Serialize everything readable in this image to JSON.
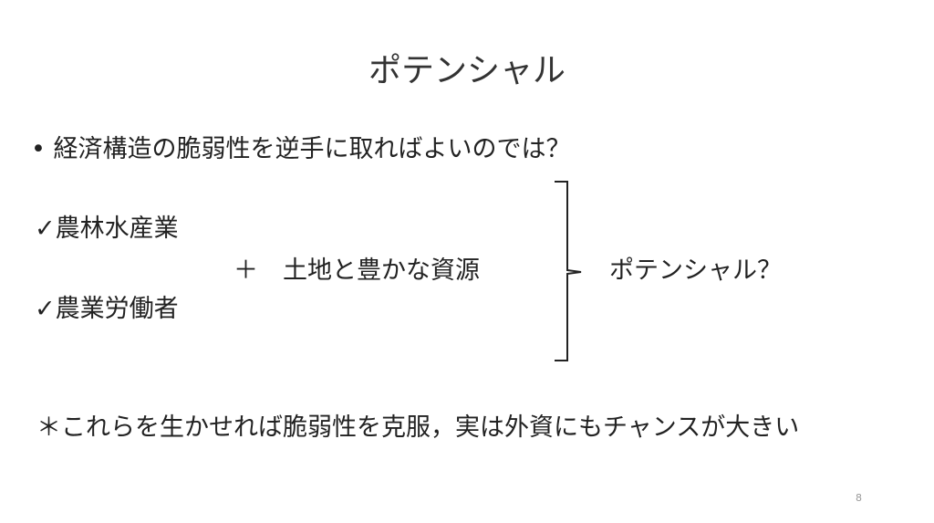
{
  "slide": {
    "title": "ポテンシャル",
    "bullet": "• 経済構造の脆弱性を逆手に取ればよいのでは？",
    "items": [
      "✓農林水産業",
      "✓農業労働者"
    ],
    "plus": "＋",
    "resources": "土地と豊かな資源",
    "potential": "ポテンシャル？",
    "note": "＊これらを生かせれば脆弱性を克服，実は外資にもチャンスが大きい",
    "page_number": "8"
  }
}
